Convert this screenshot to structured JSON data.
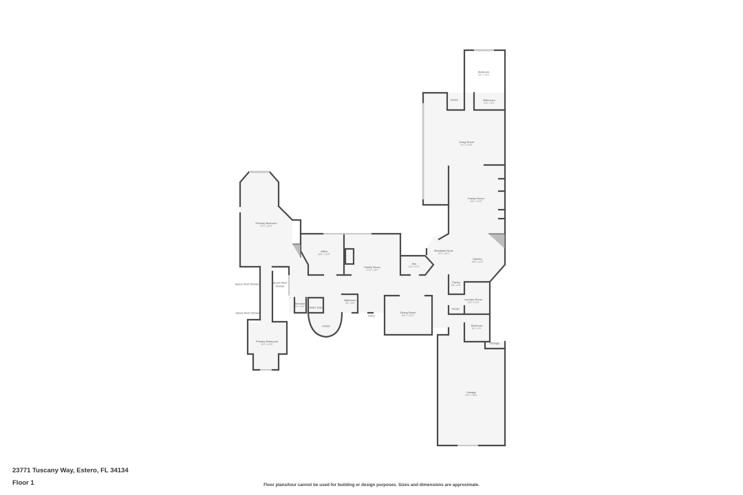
{
  "plan": {
    "address": "23771 Tuscany Way, Estero, FL 34134",
    "floor": "Floor 1",
    "disclaimer": "Floor plans/tour cannot be used for building or design purposes. Sizes and dimensions are approximate."
  },
  "rooms": {
    "bedroom_upper": {
      "name": "Bedroom",
      "dim": "13'0\" x 18'1\""
    },
    "closet_upper": {
      "name": "Closet",
      "dim": ""
    },
    "bathroom_upper": {
      "name": "Bathroom",
      "dim": "8'10\" x 5'0\""
    },
    "living_room": {
      "name": "Living Room",
      "dim": "31'7\" x 23'9\""
    },
    "family_room_right": {
      "name": "Family Room",
      "dim": "19'0\" x 22'9\""
    },
    "primary_bedroom": {
      "name": "Primary Bedroom",
      "dim": "20'7\" x 20'9\""
    },
    "office": {
      "name": "Office",
      "dim": "16'6\" x 13'9\""
    },
    "family_room_center": {
      "name": "Family Room",
      "dim": "17'11\" x 28'7\""
    },
    "bar": {
      "name": "Bar",
      "dim": "11'6\" x 6'11\""
    },
    "breakfast_nook": {
      "name": "Breakfast Nook",
      "dim": "12'4\" x 15'1\""
    },
    "kitchen": {
      "name": "Kitchen",
      "dim": "16'8\" x 16'5\""
    },
    "pantry": {
      "name": "Pantry",
      "dim": "6'6\" x 6'3\""
    },
    "laundry_room": {
      "name": "Laundry Room",
      "dim": "13'8\" x 10'4\""
    },
    "closet_lower": {
      "name": "Closet",
      "dim": ""
    },
    "bedroom_lower": {
      "name": "Bedroom",
      "dim": "8'4\" x 9'9\""
    },
    "storage": {
      "name": "Storage",
      "dim": ""
    },
    "garage": {
      "name": "Garage",
      "dim": "22'2\" x 38'9\""
    },
    "spa_shower_1": {
      "name": "Space Rest Shower",
      "dim": ""
    },
    "spa_shower_2": {
      "name": "Space Rest Shower",
      "dim": ""
    },
    "spa_shower_3": {
      "name": "Space Rest",
      "dim": "Shower"
    },
    "primary_bathroom": {
      "name": "Primary Bathroom",
      "dim": "15'1\" x 13'8\""
    },
    "elevator": {
      "name": "Elevator",
      "dim": "5'0\" x 5'9\""
    },
    "stairs": {
      "name": "Stairs (Up)",
      "dim": ""
    },
    "closet_round": {
      "name": "Closet",
      "dim": ""
    },
    "bathroom_center": {
      "name": "Bathroom",
      "dim": "5'8\" x 5'8\""
    },
    "entry": {
      "name": "Entry",
      "dim": ""
    },
    "dining_room": {
      "name": "Dining Room",
      "dim": "16'4\" x 14'11\""
    }
  }
}
